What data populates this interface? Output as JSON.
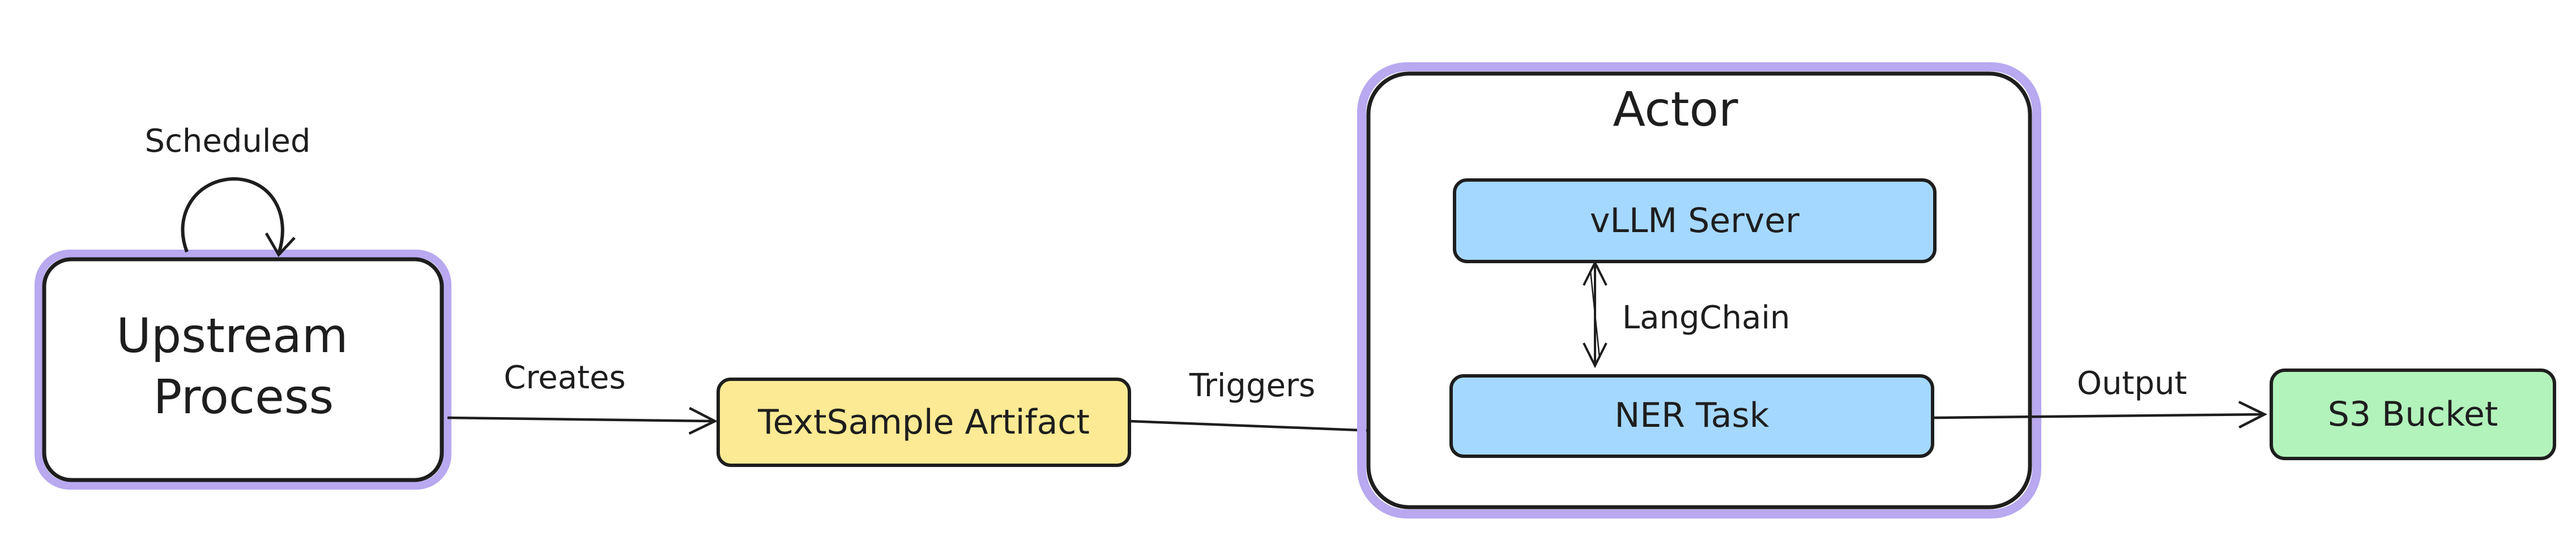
{
  "nodes": {
    "upstream_process": {
      "line1": "Upstream",
      "line2": "Process",
      "fill": "#ffffff",
      "outer_stroke": "#b8a9f0",
      "stroke": "#1e1e1e"
    },
    "scheduled_label": "Scheduled",
    "textsample_artifact": {
      "label": "TextSample Artifact",
      "fill": "#fcea94",
      "stroke": "#1e1e1e"
    },
    "actor": {
      "title": "Actor",
      "fill": "#ffffff",
      "outer_stroke": "#b8a9f0",
      "stroke": "#1e1e1e"
    },
    "vllm_server": {
      "label": "vLLM Server",
      "fill": "#a5d8ff",
      "stroke": "#1e1e1e"
    },
    "ner_task": {
      "label": "NER Task",
      "fill": "#a5d8ff",
      "stroke": "#1e1e1e"
    },
    "s3_bucket": {
      "label": "S3 Bucket",
      "fill": "#b2f2bb",
      "stroke": "#1e1e1e"
    }
  },
  "edges": {
    "creates": "Creates",
    "triggers": "Triggers",
    "langchain": "LangChain",
    "output": "Output"
  }
}
